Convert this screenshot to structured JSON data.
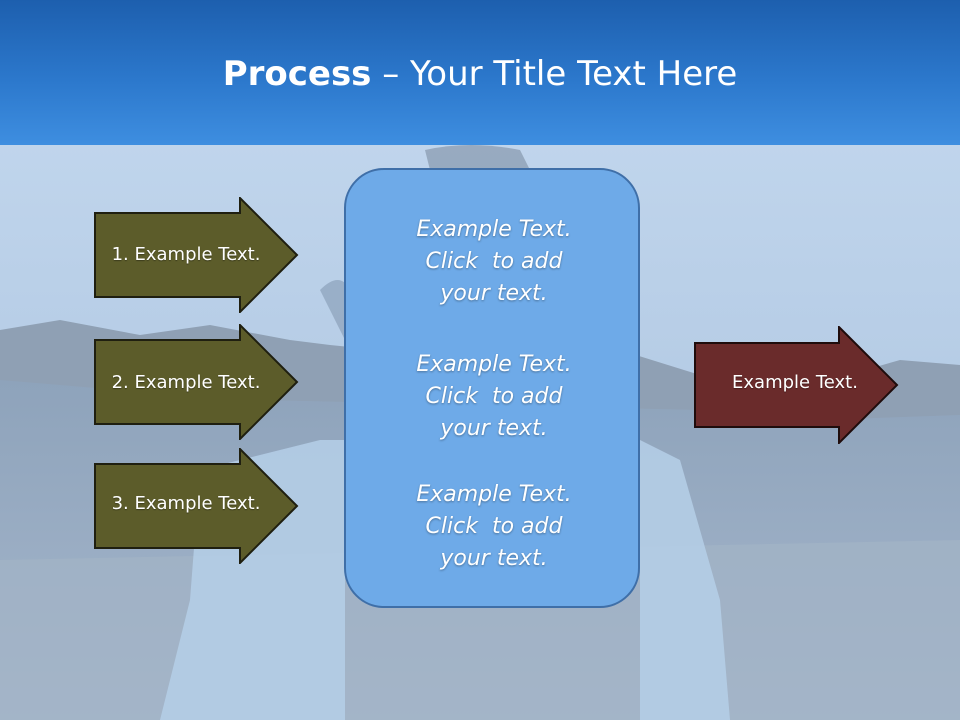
{
  "title": {
    "bold": "Process",
    "rest": " – Your Title Text Here"
  },
  "left_arrows": [
    {
      "label": "1. Example Text."
    },
    {
      "label": "2. Example Text."
    },
    {
      "label": "3. Example Text."
    }
  ],
  "center_box": {
    "blocks": [
      {
        "line1": "Example Text.",
        "line2": "Click  to add",
        "line3": "your text."
      },
      {
        "line1": "Example Text.",
        "line2": "Click  to add",
        "line3": "your text."
      },
      {
        "line1": "Example Text.",
        "line2": "Click  to add",
        "line3": "your text."
      }
    ]
  },
  "right_arrow": {
    "label": "Example Text."
  },
  "colors": {
    "header": "#2c78cc",
    "left_arrow_fill": "#5c5c2a",
    "right_arrow_fill": "#6a2b2b",
    "center_box_fill": "#6eaae8"
  }
}
